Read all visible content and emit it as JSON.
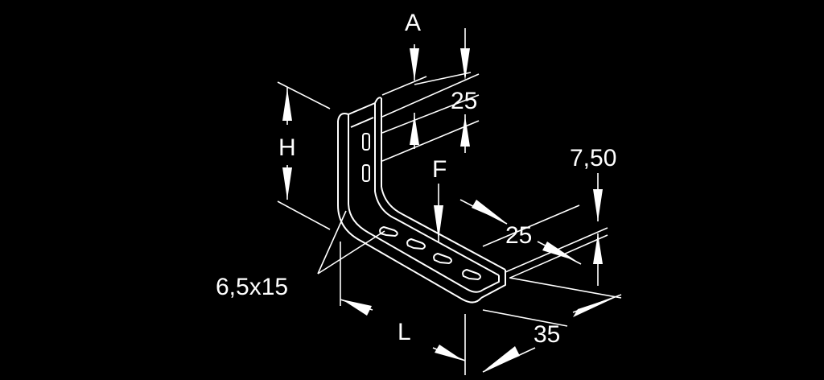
{
  "diagram": {
    "labels": {
      "a": "A",
      "h": "H",
      "f": "F",
      "l": "L",
      "dim_25_top": "25",
      "dim_25_right": "25",
      "dim_750": "7,50",
      "dim_35": "35",
      "slot": "6,5x15"
    },
    "colors": {
      "background": "#000000",
      "line": "#ffffff"
    }
  }
}
